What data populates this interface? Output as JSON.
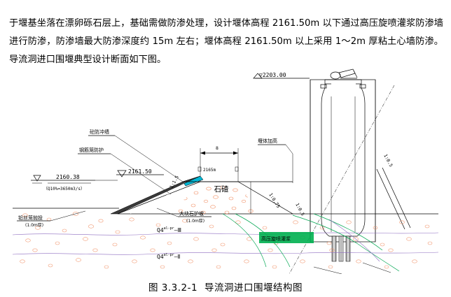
{
  "document": {
    "body_text": "于堰基坐落在漂卵砾石层上，基础需做防渗处理，设计堰体高程 2161.50m 以下通过高压旋喷灌浆防渗墙进行防渗，防渗墙最大防渗深度约 15m 左右；堰体高程 2161.50m 以上采用 1～2m 厚粘土心墙防渗。导流洞进口围堰典型设计断面如下图。"
  },
  "figure": {
    "caption_number": "图 3.3.2-1",
    "caption_title": "导流洞进口围堰结构图",
    "elevations": {
      "top_right": "▽2203.00",
      "water_level_design": "2160.38",
      "water_level_note": "（Q10%=3650m3/s）",
      "water_level_upper": "2161.50",
      "crest": "2165m"
    },
    "labels": {
      "concrete_wall": "砼防冲墙",
      "rebar_cage": "钢筋笼防护",
      "embankment_raise": "堰体加高",
      "rock_fill": "石碴",
      "wire_cage": "铅丝笼抛投",
      "wire_cage_thickness": "(1.0m厚)",
      "riprap": "大块石护坡",
      "riprap_thickness": "(1.0m厚)",
      "jet_grouting": "高压旋喷灌浆"
    },
    "geology": {
      "layer_upper": "Q4",
      "layer_upper_sup": "al-pr",
      "layer_upper_num": "Ⅲ",
      "layer_lower": "Q4",
      "layer_lower_sup": "al-pr",
      "layer_lower_num": "Ⅱ"
    },
    "dimensions": {
      "crest_width": "8",
      "slope_left": "1:1.5",
      "slope_right": "1:0.75",
      "height_left": "1:0.5",
      "height_right": "1:0.5"
    },
    "colors": {
      "accent_green": "#00a651",
      "rock_hatch": "#f08a5d",
      "clay_core": "#00b7d4",
      "geology_line": "#8d6cc0"
    }
  }
}
